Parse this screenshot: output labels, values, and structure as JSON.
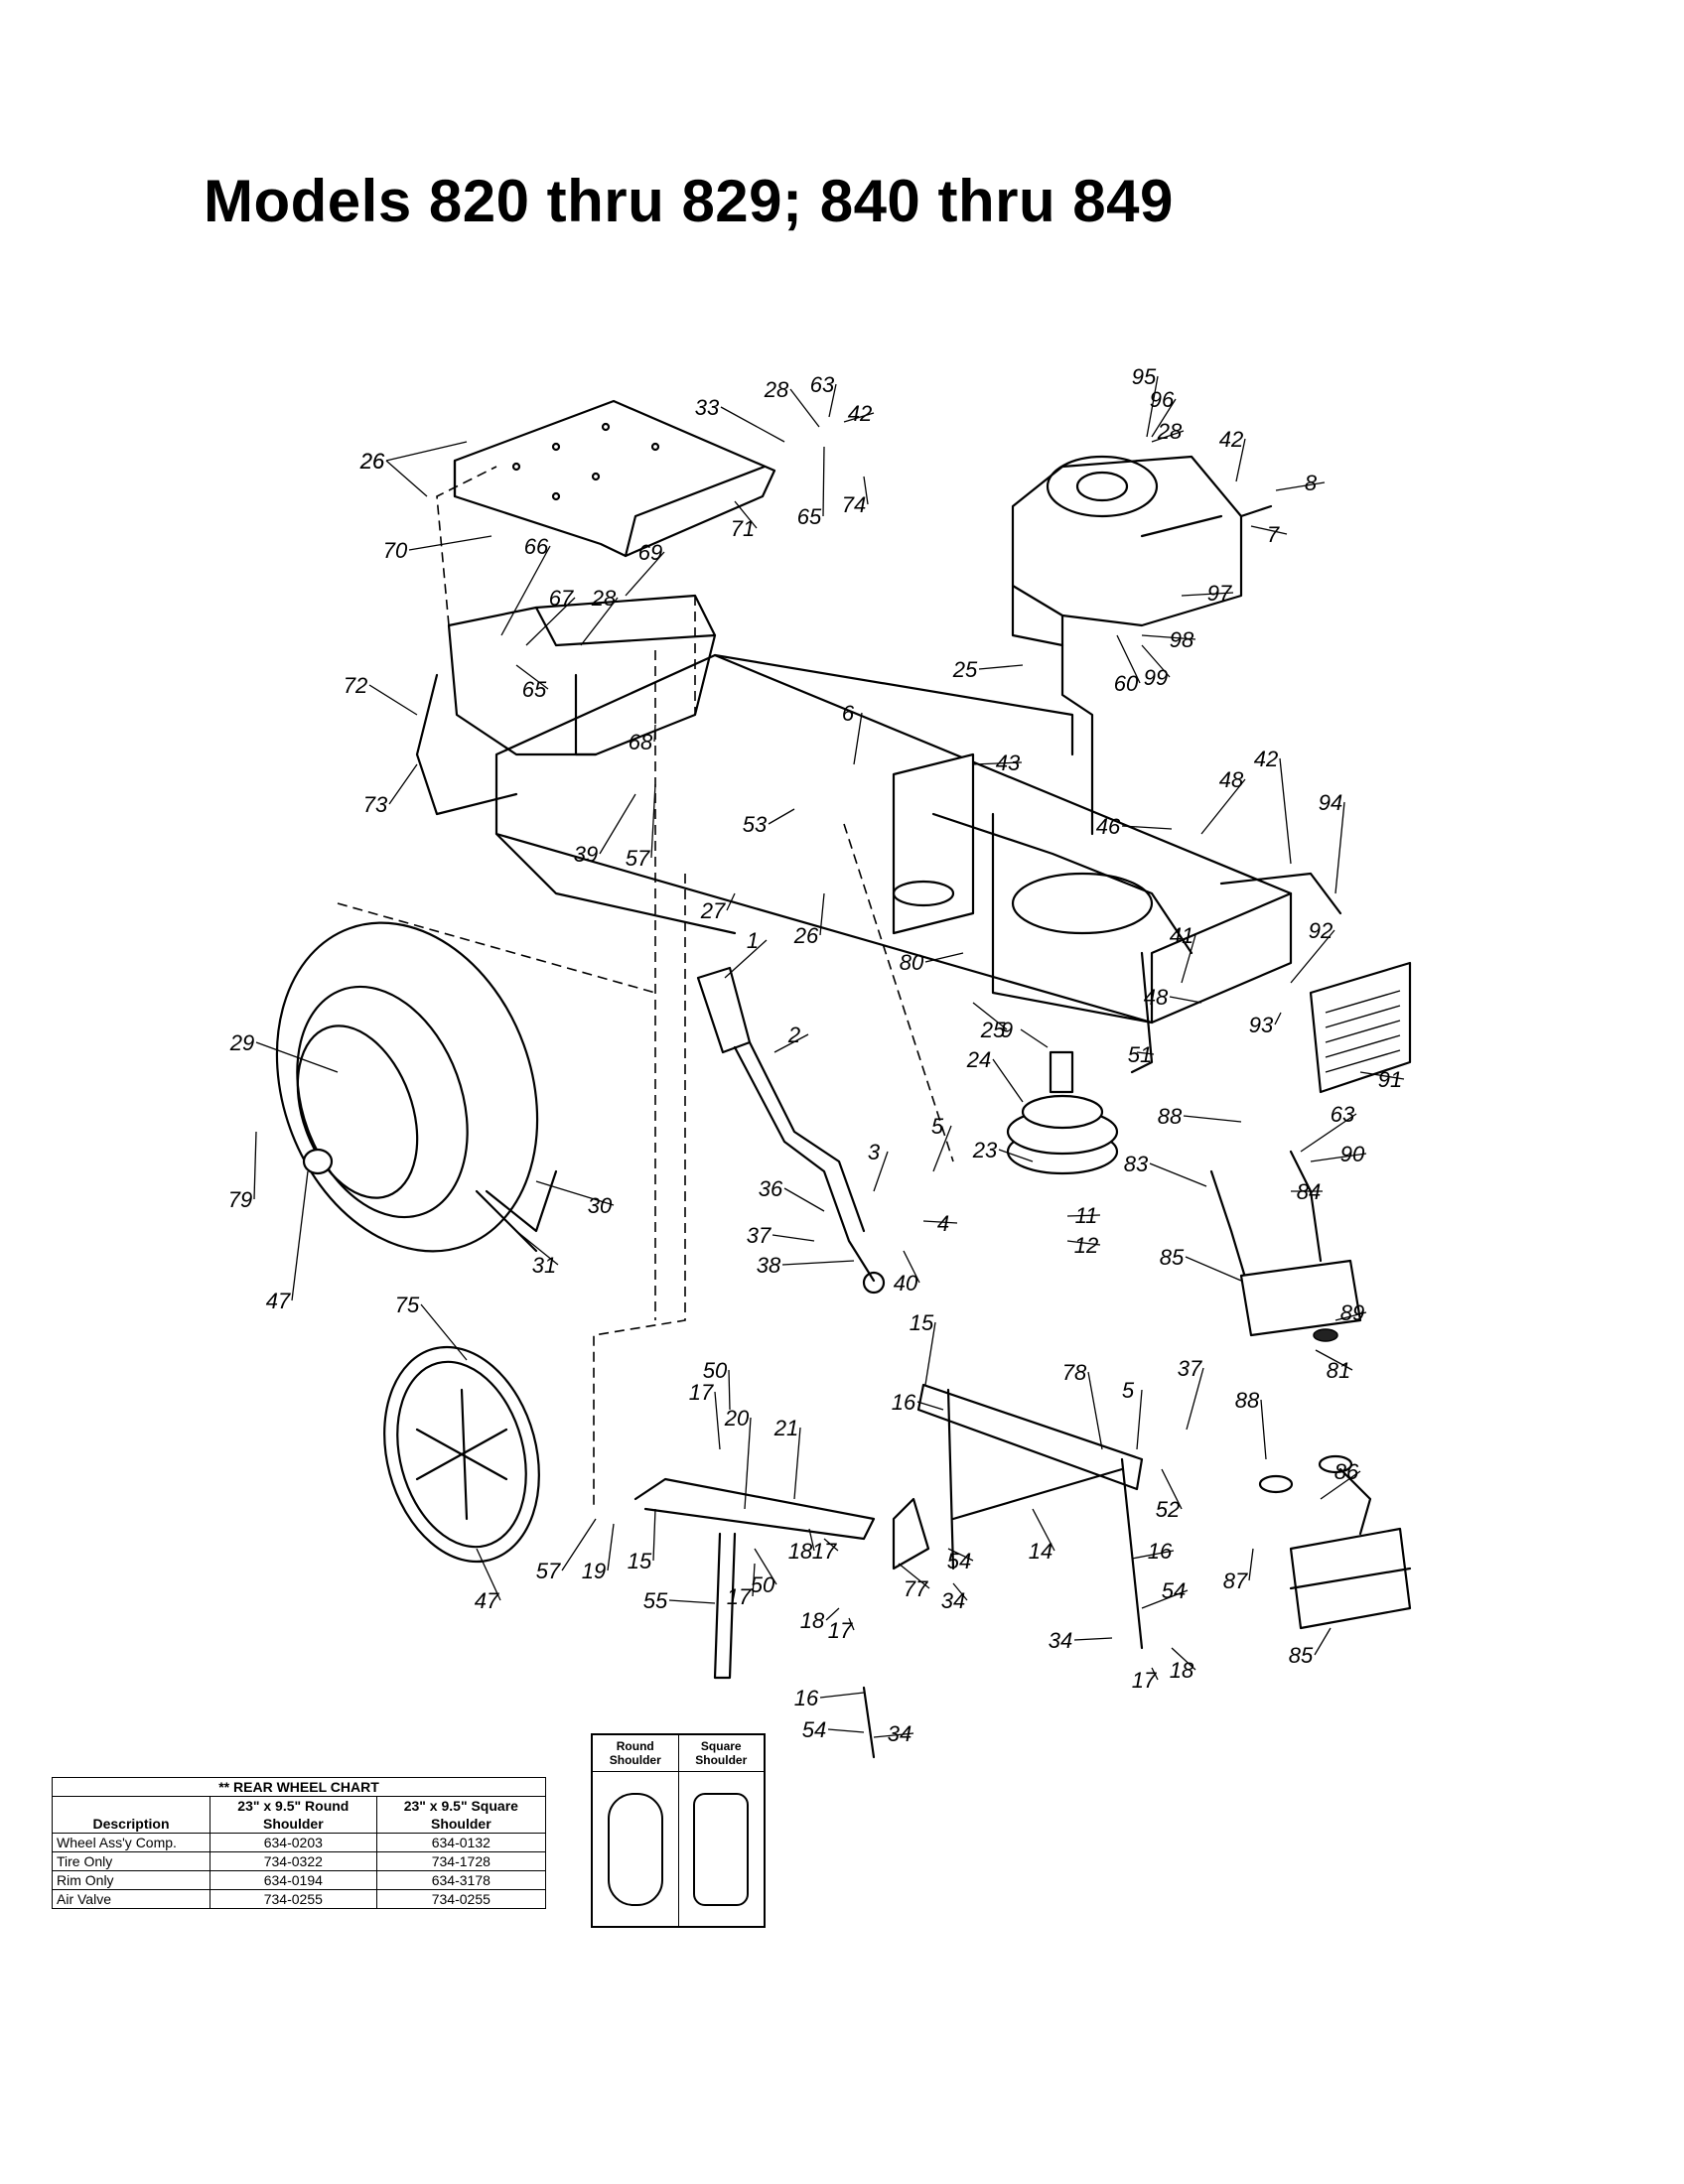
{
  "title": "Models 820 thru 829; 840 thru 849",
  "part_numbers": [
    "1",
    "2",
    "3",
    "4",
    "5",
    "6",
    "7",
    "8",
    "9",
    "11",
    "12",
    "14",
    "15",
    "16",
    "17",
    "18",
    "19",
    "20",
    "21",
    "23",
    "24",
    "25",
    "26",
    "27",
    "28",
    "29",
    "30",
    "31",
    "33",
    "34",
    "36",
    "37",
    "38",
    "39",
    "40",
    "41",
    "42",
    "43",
    "46",
    "47",
    "48",
    "50",
    "51",
    "52",
    "53",
    "54",
    "55",
    "57",
    "60",
    "63",
    "65",
    "66",
    "67",
    "68",
    "69",
    "70",
    "71",
    "72",
    "73",
    "74",
    "75",
    "77",
    "78",
    "79",
    "80",
    "81",
    "83",
    "84",
    "85",
    "86",
    "87",
    "88",
    "89",
    "90",
    "91",
    "92",
    "93",
    "94",
    "95",
    "96",
    "97",
    "98",
    "99"
  ],
  "rear_wheel_chart": {
    "title": "** REAR WHEEL CHART",
    "header_description": "Description",
    "header_round": "23\" x 9.5\" Round Shoulder",
    "header_square": "23\" x 9.5\" Square Shoulder",
    "rows": [
      {
        "description": "Wheel Ass'y Comp.",
        "round": "634-0203",
        "square": "634-0132"
      },
      {
        "description": "Tire Only",
        "round": "734-0322",
        "square": "734-1728"
      },
      {
        "description": "Rim Only",
        "round": "634-0194",
        "square": "634-3178"
      },
      {
        "description": "Air Valve",
        "round": "734-0255",
        "square": "734-0255"
      }
    ]
  },
  "shoulder_legend": {
    "round": "Round Shoulder",
    "square": "Square Shoulder"
  }
}
